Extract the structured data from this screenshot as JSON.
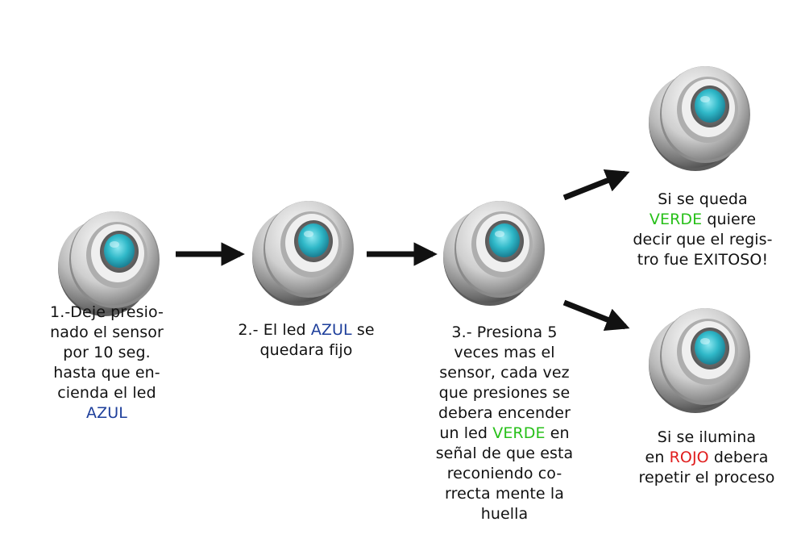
{
  "steps": [
    {
      "id": "step-1",
      "lines": [
        [
          {
            "text": "1.-Deje presio-"
          }
        ],
        [
          {
            "text": "nado el sensor"
          }
        ],
        [
          {
            "text": "por 10 seg."
          }
        ],
        [
          {
            "text": "hasta que en-"
          }
        ],
        [
          {
            "text": "cienda el led"
          }
        ],
        [
          {
            "text": "AZUL",
            "color": "blue"
          }
        ]
      ]
    },
    {
      "id": "step-2",
      "lines": [
        [
          {
            "text": "2.- El led "
          },
          {
            "text": "AZUL",
            "color": "blue"
          },
          {
            "text": " se"
          }
        ],
        [
          {
            "text": "quedara fijo"
          }
        ]
      ]
    },
    {
      "id": "step-3",
      "lines": [
        [
          {
            "text": "3.- Presiona 5"
          }
        ],
        [
          {
            "text": "veces mas el"
          }
        ],
        [
          {
            "text": "sensor, cada vez"
          }
        ],
        [
          {
            "text": "que presiones se"
          }
        ],
        [
          {
            "text": "debera encender"
          }
        ],
        [
          {
            "text": "un led "
          },
          {
            "text": "VERDE",
            "color": "green"
          },
          {
            "text": " en"
          }
        ],
        [
          {
            "text": "señal de que esta"
          }
        ],
        [
          {
            "text": "reconiendo co-"
          }
        ],
        [
          {
            "text": "rrecta mente la"
          }
        ],
        [
          {
            "text": "huella"
          }
        ]
      ]
    },
    {
      "id": "outcome-success",
      "lines": [
        [
          {
            "text": "Si se queda"
          }
        ],
        [
          {
            "text": "VERDE",
            "color": "green"
          },
          {
            "text": " quiere"
          }
        ],
        [
          {
            "text": "decir que el regis-"
          }
        ],
        [
          {
            "text": "tro fue EXITOSO!"
          }
        ]
      ]
    },
    {
      "id": "outcome-failure",
      "lines": [
        [
          {
            "text": "Si se ilumina"
          }
        ],
        [
          {
            "text": "en "
          },
          {
            "text": "ROJO",
            "color": "red"
          },
          {
            "text": " debera"
          }
        ],
        [
          {
            "text": "repetir el proceso"
          }
        ]
      ]
    }
  ],
  "colors": {
    "blue": "#1e3f9b",
    "green": "#28c01a",
    "red": "#e01d1d",
    "led": "#2fb8c8",
    "arrow": "#111111"
  },
  "icons": [
    "fingerprint-sensor-icon",
    "arrow-right-icon"
  ]
}
